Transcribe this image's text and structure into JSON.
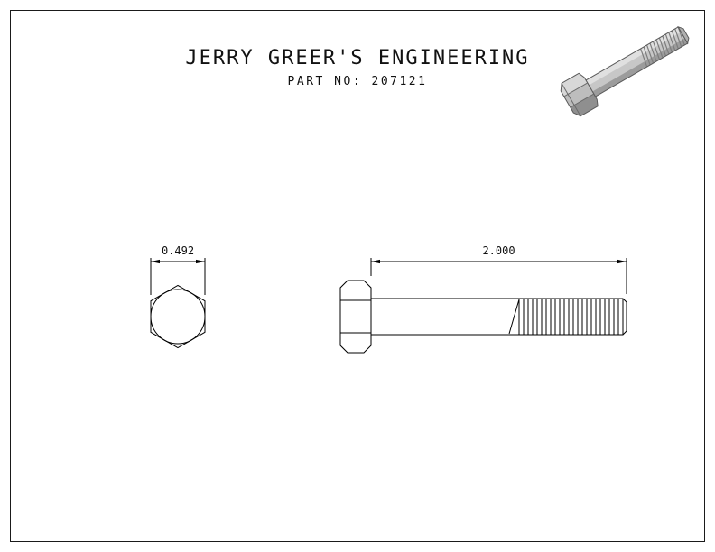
{
  "header": {
    "title": "JERRY GREER'S ENGINEERING",
    "part_no": "PART NO: 207121"
  },
  "views": {
    "hex_head_front": {
      "dimension": "0.492"
    },
    "bolt_side": {
      "dimension": "2.000"
    }
  },
  "colors": {
    "line": "#000000",
    "paper": "#ffffff",
    "bolt_highlight": "#e0e0e0",
    "bolt_base": "#c7c7c7",
    "bolt_shadow": "#949494"
  }
}
